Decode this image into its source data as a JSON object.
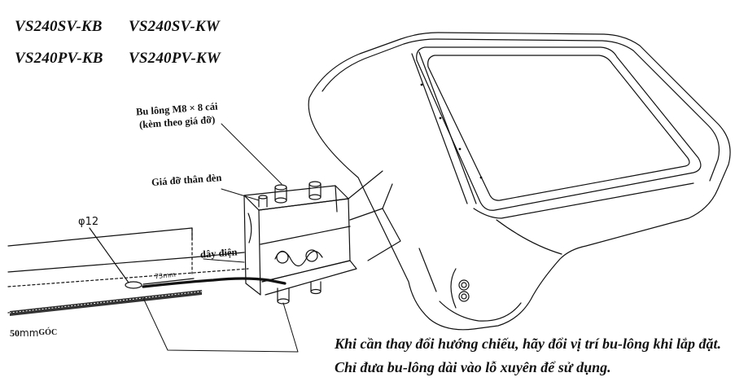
{
  "models": {
    "row1": [
      "VS240SV-KB",
      "VS240SV-KW"
    ],
    "row2": [
      "VS240PV-KB",
      "VS240PV-KW"
    ]
  },
  "callouts": {
    "bolts_line1": "Bu lông M8 × 8 cái",
    "bolts_line2": "(kèm theo giá đỡ)",
    "bracket": "Giá đỡ thân đèn",
    "wire": "dây điện",
    "hole": "φ12",
    "dim": "73mm",
    "size_num": "50",
    "size_unit": "mm",
    "size_word": "GÓC"
  },
  "notes": {
    "line1": "Khi cần thay đổi hướng chiếu, hãy đổi vị trí bu-lông khi lắp đặt.",
    "line2": "Chỉ đưa bu-lông dài vào lỗ xuyên để sử dụng."
  }
}
